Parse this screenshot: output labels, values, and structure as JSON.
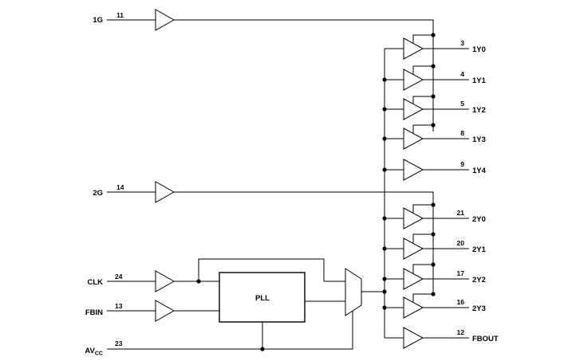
{
  "inputs": {
    "g1": {
      "label": "1G",
      "pin": "11"
    },
    "g2": {
      "label": "2G",
      "pin": "14"
    },
    "clk": {
      "label": "CLK",
      "pin": "24"
    },
    "fbin": {
      "label": "FBIN",
      "pin": "13"
    },
    "avcc": {
      "label": "AV",
      "sub": "CC",
      "pin": "23"
    }
  },
  "pll": {
    "label": "PLL"
  },
  "outputs": [
    {
      "label": "1Y0",
      "pin": "3"
    },
    {
      "label": "1Y1",
      "pin": "4"
    },
    {
      "label": "1Y2",
      "pin": "5"
    },
    {
      "label": "1Y3",
      "pin": "8"
    },
    {
      "label": "1Y4",
      "pin": "9"
    },
    {
      "label": "2Y0",
      "pin": "21"
    },
    {
      "label": "2Y1",
      "pin": "20"
    },
    {
      "label": "2Y2",
      "pin": "17"
    },
    {
      "label": "2Y3",
      "pin": "16"
    },
    {
      "label": "FBOUT",
      "pin": "12"
    }
  ]
}
